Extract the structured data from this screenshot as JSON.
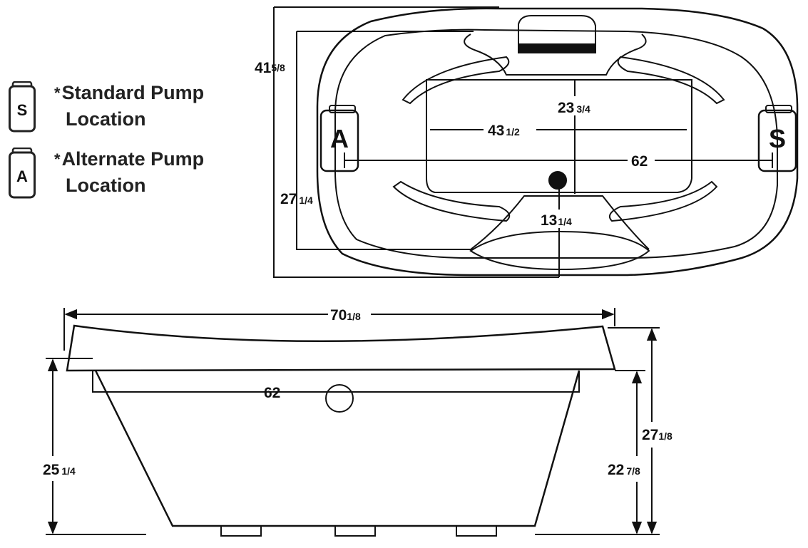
{
  "legend": {
    "standard": {
      "letter": "S",
      "marker": "*",
      "line1": "Standard Pump",
      "line2": "Location"
    },
    "alternate": {
      "letter": "A",
      "marker": "*",
      "line1": "Alternate Pump",
      "line2": "Location"
    }
  },
  "top_view": {
    "pump_left": "A",
    "pump_right": "S",
    "dims": {
      "overall_width": {
        "whole": "41",
        "frac": "5/8"
      },
      "inner_width": {
        "whole": "27",
        "frac": "1/4"
      },
      "basin_depth": {
        "whole": "23",
        "frac": "3/4"
      },
      "basin_length": {
        "whole": "43",
        "frac": "1/2"
      },
      "pump_span": {
        "whole": "62",
        "frac": ""
      },
      "drain_offset": {
        "whole": "13",
        "frac": "1/4"
      }
    }
  },
  "side_view": {
    "dims": {
      "overall_length": {
        "whole": "70",
        "frac": "1/8"
      },
      "base_length": {
        "whole": "62",
        "frac": ""
      },
      "rim_height": {
        "whole": "25",
        "frac": "1/4"
      },
      "end_height": {
        "whole": "27",
        "frac": "1/8"
      },
      "body_height": {
        "whole": "22",
        "frac": "7/8"
      }
    }
  }
}
